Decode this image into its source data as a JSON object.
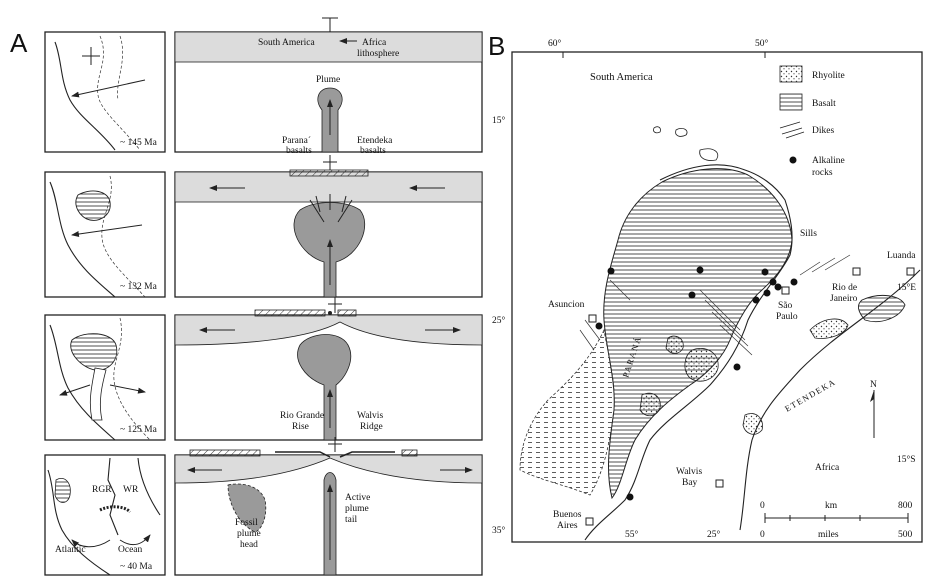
{
  "panel_a": {
    "letter": "A",
    "ages": [
      "~ 145 Ma",
      "~ 132 Ma",
      "~ 125 Ma",
      "~ 40 Ma"
    ],
    "labels": {
      "south_america": "South America",
      "africa": "Africa",
      "lithosphere": "lithosphere",
      "plume": "Plume",
      "parana_1": "Parana´",
      "parana_2": "basalts",
      "etendeka_1": "Etendeka",
      "etendeka_2": "basalts",
      "rio_grande_1": "Rio Grande",
      "rio_grande_2": "Rise",
      "walvis_1": "Walvis",
      "walvis_2": "Ridge",
      "fossil_1": "Fossil",
      "fossil_2": "plume",
      "fossil_3": "head",
      "active_1": "Active",
      "active_2": "plume",
      "active_3": "tail",
      "rgr": "RGR",
      "wr": "WR",
      "atlantic": "Atlantic",
      "ocean": "Ocean"
    }
  },
  "panel_b": {
    "letter": "B",
    "legend": [
      "Rhyolite",
      "Basalt",
      "Dikes",
      "Alkaline",
      "rocks"
    ],
    "lon_labels": [
      "60°",
      "50°",
      "55°",
      "25°"
    ],
    "lat_labels": [
      "15°",
      "25°",
      "35°",
      "15°E",
      "15°S"
    ],
    "places": {
      "south_america": "South America",
      "sills": "Sills",
      "luanda": "Luanda",
      "asuncion": "Asuncion",
      "sao_1": "São",
      "sao_2": "Paulo",
      "rio_1": "Rio de",
      "rio_2": "Janeiro",
      "parana": "PARANÁ",
      "etendeka": "ETENDEKA",
      "africa": "Africa",
      "walvis_1": "Walvis",
      "walvis_2": "Bay",
      "buenos_1": "Buenos",
      "buenos_2": "Aires"
    },
    "north": "N",
    "scale": {
      "km_label": "km",
      "km_min": "0",
      "km_max": "800",
      "miles_label": "miles",
      "mi_min": "0",
      "mi_max": "500"
    }
  }
}
